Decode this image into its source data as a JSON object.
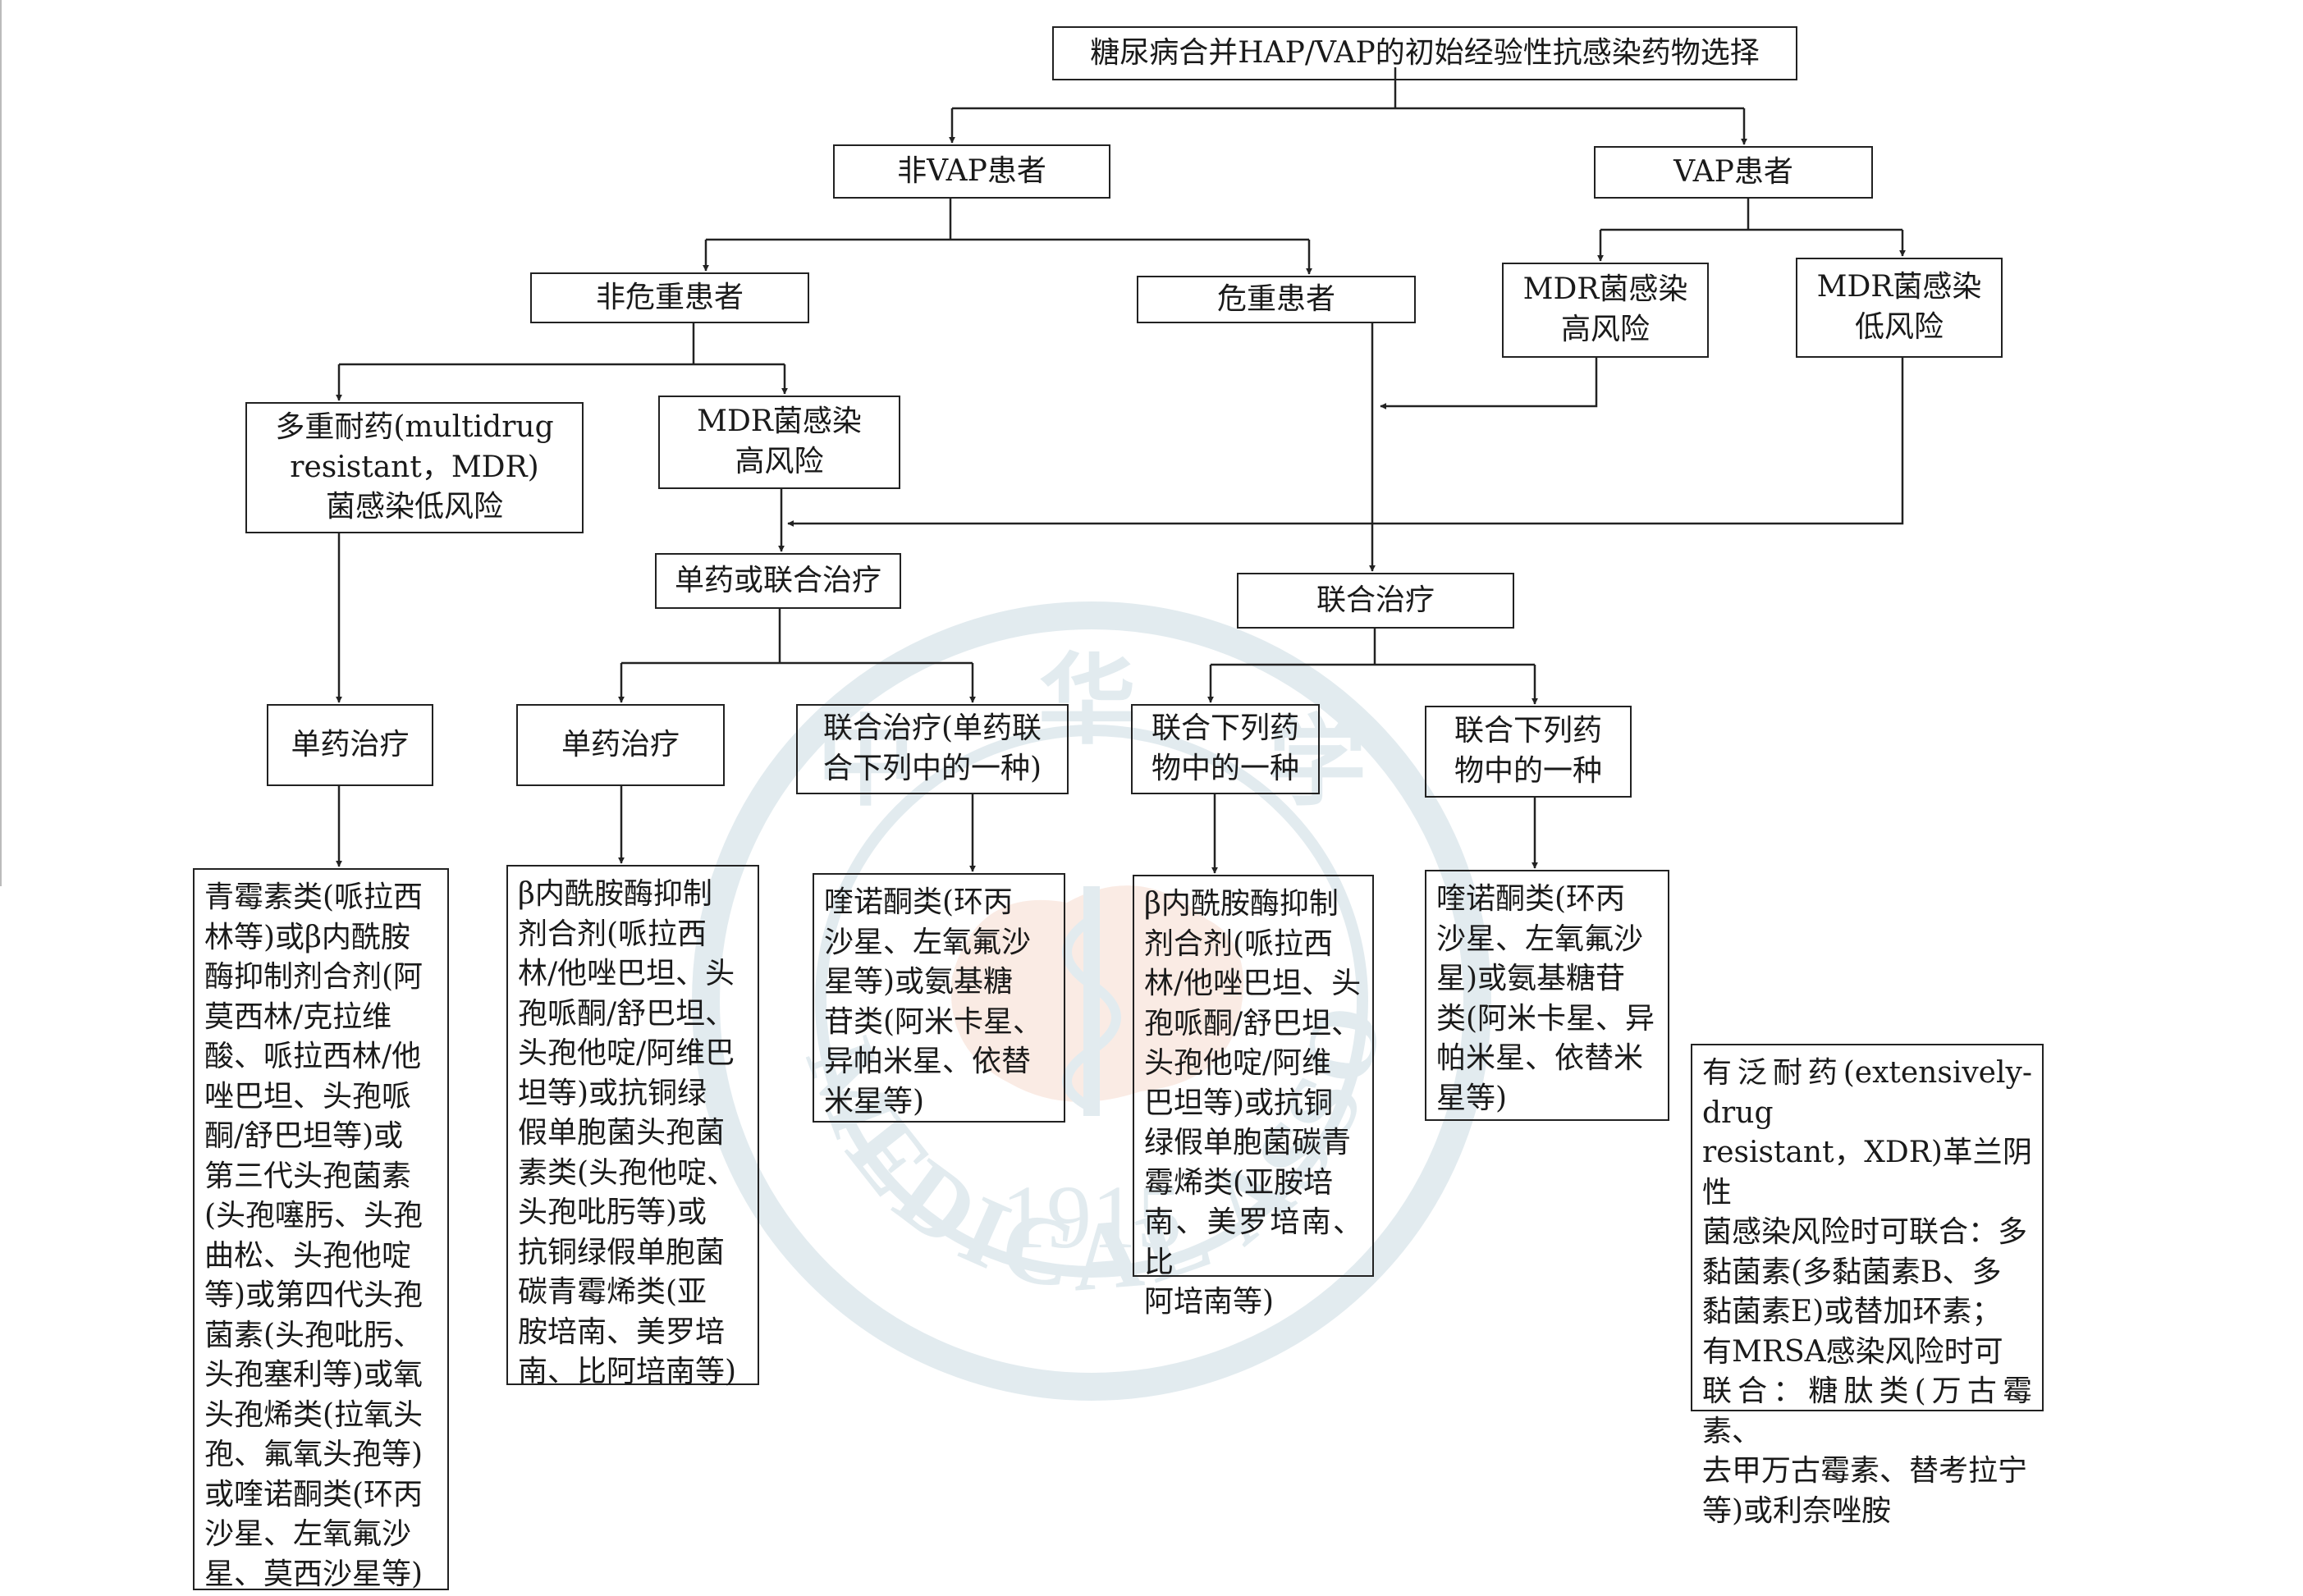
{
  "watermark": {
    "text": "CHINESE MEDICAL ASSOCIATION",
    "year": "1915",
    "char_top": "华",
    "char_left": "中",
    "char_right": "学"
  },
  "title": "糖尿病合并HAP/VAP的初始经验性抗感染药物选择",
  "non_vap": "非VAP患者",
  "vap": "VAP患者",
  "non_critical": "非危重患者",
  "critical": "危重患者",
  "vap_mdr_high": "MDR菌感染\n高风险",
  "vap_mdr_low": "MDR菌感染\n低风险",
  "mdr_low": "多重耐药(multidrug\nresistant，MDR)\n菌感染低风险",
  "mdr_high": "MDR菌感染\n高风险",
  "mono_or_combo": "单药或联合治疗",
  "combo_therapy": "联合治疗",
  "mono1": "单药治疗",
  "mono2": "单药治疗",
  "combo_single": "联合治疗(单药联\n合下列中的一种)",
  "combo_a": "联合下列药\n物中的一种",
  "combo_b": "联合下列药\n物中的一种",
  "drugs1": "青霉素类(哌拉西\n林等)或β内酰胺\n酶抑制剂合剂(阿\n莫西林/克拉维\n酸、哌拉西林/他\n唑巴坦、头孢哌\n酮/舒巴坦等)或\n第三代头孢菌素\n(头孢噻肟、头孢\n曲松、头孢他啶\n等)或第四代头孢\n菌素(头孢吡肟、\n头孢塞利等)或氧\n头孢烯类(拉氧头\n孢、氟氧头孢等)\n或喹诺酮类(环丙\n沙星、左氧氟沙\n星、莫西沙星等)",
  "drugs2": "β内酰胺酶抑制\n剂合剂(哌拉西\n林/他唑巴坦、头\n孢哌酮/舒巴坦、\n头孢他啶/阿维巴\n坦等)或抗铜绿\n假单胞菌头孢菌\n素类(头孢他啶、\n头孢吡肟等)或\n抗铜绿假单胞菌\n碳青霉烯类(亚\n胺培南、美罗培\n南、比阿培南等)",
  "drugs3": "喹诺酮类(环丙\n沙星、左氧氟沙\n星等)或氨基糖\n苷类(阿米卡星、\n异帕米星、依替\n米星等)",
  "drugs4": "β内酰胺酶抑制\n剂合剂(哌拉西\n林/他唑巴坦、头\n孢哌酮/舒巴坦、\n头孢他啶/阿维\n巴坦等)或抗铜\n绿假单胞菌碳青\n霉烯类(亚胺培\n南、美罗培南、比\n阿培南等)",
  "drugs5": "喹诺酮类(环丙\n沙星、左氧氟沙\n星)或氨基糖苷\n类(阿米卡星、异\n帕米星、依替米\n星等)",
  "note": "有泛耐药(extensively-drug\nresistant，XDR)革兰阴性\n菌感染风险时可联合：多\n黏菌素(多黏菌素B、多\n黏菌素E)或替加环素；\n有MRSA感染风险时可\n联合：糖肽类(万古霉素、\n去甲万古霉素、替考拉宁\n等)或利奈唑胺"
}
